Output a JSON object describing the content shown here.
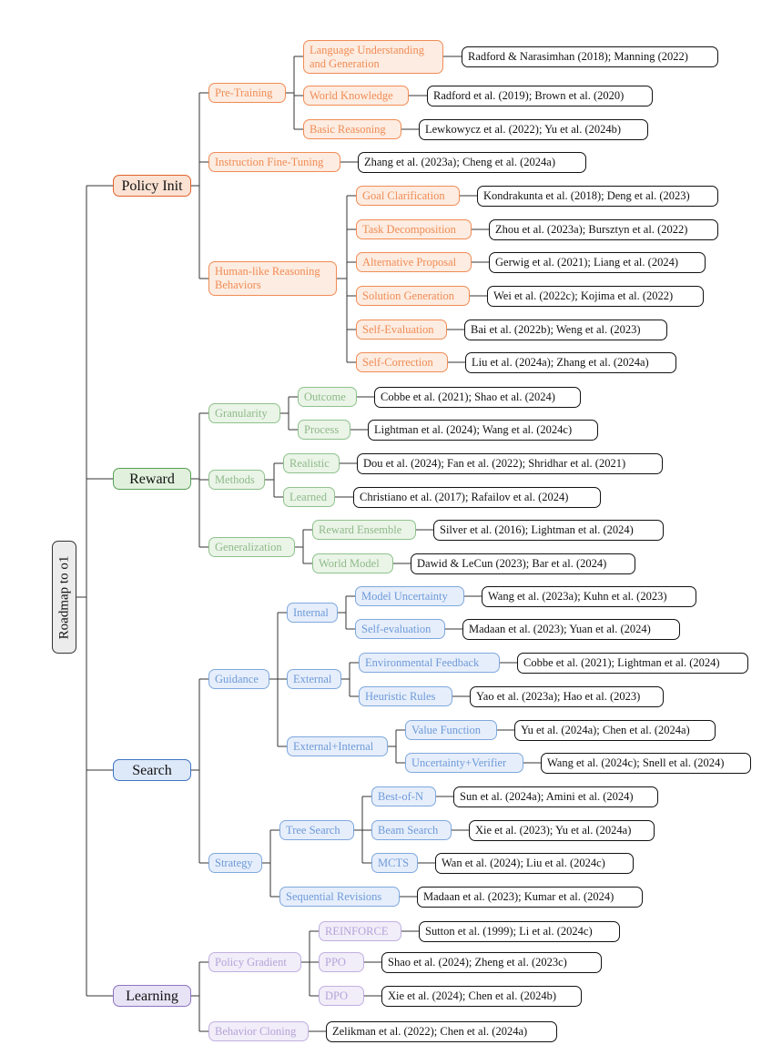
{
  "root": {
    "label": "Roadmap to o1"
  },
  "branches": [
    {
      "label": "Policy Init",
      "color": "orange",
      "children": [
        {
          "label": "Pre-Training",
          "children": [
            {
              "label": "Language Understanding and Generation",
              "refs": "Radford & Narasimhan (2018); Manning (2022)"
            },
            {
              "label": "World Knowledge",
              "refs": "Radford et al. (2019); Brown et al. (2020)"
            },
            {
              "label": "Basic Reasoning",
              "refs": "Lewkowycz et al. (2022); Yu et al. (2024b)"
            }
          ]
        },
        {
          "label": "Instruction Fine-Tuning",
          "refs": "Zhang et al. (2023a); Cheng et al. (2024a)"
        },
        {
          "label": "Human-like Reasoning Behaviors",
          "children": [
            {
              "label": "Goal Clarification",
              "refs": "Kondrakunta et al. (2018); Deng et al. (2023)"
            },
            {
              "label": "Task Decomposition",
              "refs": "Zhou et al. (2023a); Bursztyn et al. (2022)"
            },
            {
              "label": "Alternative Proposal",
              "refs": "Gerwig et al. (2021); Liang et al. (2024)"
            },
            {
              "label": "Solution Generation",
              "refs": "Wei et al. (2022c); Kojima et al. (2022)"
            },
            {
              "label": "Self-Evaluation",
              "refs": "Bai et al. (2022b); Weng et al. (2023)"
            },
            {
              "label": "Self-Correction",
              "refs": "Liu et al. (2024a); Zhang et al. (2024a)"
            }
          ]
        }
      ]
    },
    {
      "label": "Reward",
      "color": "green",
      "children": [
        {
          "label": "Granularity",
          "children": [
            {
              "label": "Outcome",
              "refs": "Cobbe et al. (2021); Shao et al. (2024)"
            },
            {
              "label": "Process",
              "refs": "Lightman et al. (2024); Wang et al. (2024c)"
            }
          ]
        },
        {
          "label": "Methods",
          "children": [
            {
              "label": "Realistic",
              "refs": "Dou et al. (2024); Fan et al. (2022); Shridhar et al. (2021)"
            },
            {
              "label": "Learned",
              "refs": "Christiano et al. (2017); Rafailov et al. (2024)"
            }
          ]
        },
        {
          "label": "Generalization",
          "children": [
            {
              "label": "Reward Ensemble",
              "refs": "Silver et al. (2016); Lightman et al. (2024)"
            },
            {
              "label": "World Model",
              "refs": "Dawid & LeCun (2023); Bar et al. (2024)"
            }
          ]
        }
      ]
    },
    {
      "label": "Search",
      "color": "blue",
      "children": [
        {
          "label": "Guidance",
          "children": [
            {
              "label": "Internal",
              "children": [
                {
                  "label": "Model Uncertainty",
                  "refs": "Wang et al. (2023a); Kuhn et al. (2023)"
                },
                {
                  "label": "Self-evaluation",
                  "refs": "Madaan et al. (2023); Yuan et al. (2024)"
                }
              ]
            },
            {
              "label": "External",
              "children": [
                {
                  "label": "Environmental Feedback",
                  "refs": "Cobbe et al. (2021); Lightman et al. (2024)"
                },
                {
                  "label": "Heuristic Rules",
                  "refs": "Yao et al. (2023a); Hao et al. (2023)"
                }
              ]
            },
            {
              "label": "External+Internal",
              "children": [
                {
                  "label": "Value Function",
                  "refs": "Yu et al. (2024a); Chen et al. (2024a)"
                },
                {
                  "label": "Uncertainty+Verifier",
                  "refs": "Wang et al. (2024c); Snell et al. (2024)"
                }
              ]
            }
          ]
        },
        {
          "label": "Strategy",
          "children": [
            {
              "label": "Tree Search",
              "children": [
                {
                  "label": "Best-of-N",
                  "refs": "Sun et al. (2024a); Amini et al. (2024)"
                },
                {
                  "label": "Beam Search",
                  "refs": "Xie et al. (2023); Yu et al. (2024a)"
                },
                {
                  "label": "MCTS",
                  "refs": "Wan et al. (2024); Liu et al. (2024c)"
                }
              ]
            },
            {
              "label": "Sequential Revisions",
              "refs": "Madaan et al. (2023); Kumar et al. (2024)"
            }
          ]
        }
      ]
    },
    {
      "label": "Learning",
      "color": "purple",
      "children": [
        {
          "label": "Policy Gradient",
          "children": [
            {
              "label": "REINFORCE",
              "refs": "Sutton et al. (1999); Li et al. (2024c)"
            },
            {
              "label": "PPO",
              "refs": "Shao et al. (2024); Zheng et al. (2023c)"
            },
            {
              "label": "DPO",
              "refs": "Xie et al. (2024); Chen et al. (2024b)"
            }
          ]
        },
        {
          "label": "Behavior Cloning",
          "refs": "Zelikman et al. (2022); Chen et al. (2024a)"
        }
      ]
    }
  ]
}
